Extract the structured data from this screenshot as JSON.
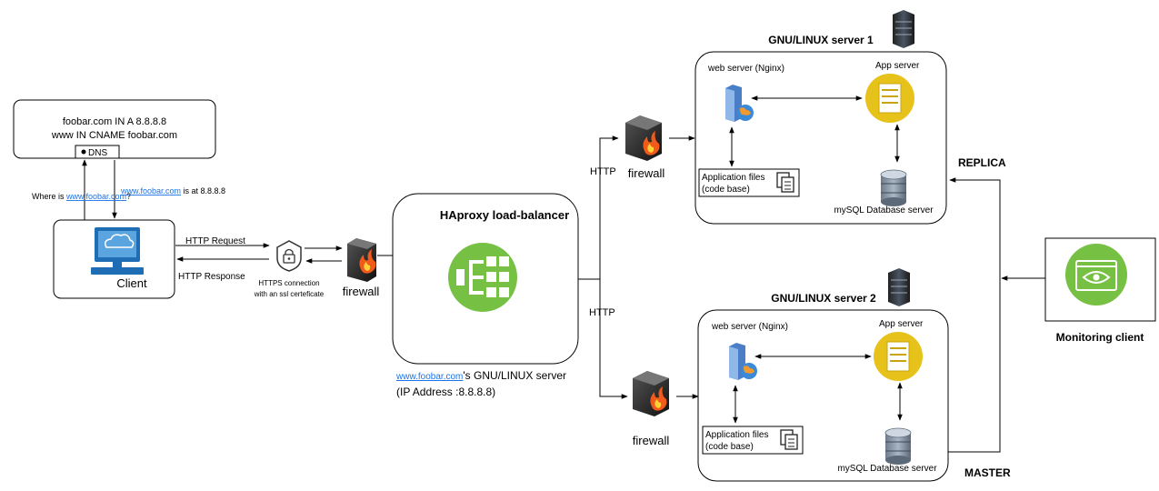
{
  "dns": {
    "record_a": "foobar.com IN A 8.8.8.8",
    "record_cname": "www IN CNAME foobar.com",
    "tag": "DNS",
    "query_prefix": "Where is ",
    "query_link": "www.foobar.com",
    "query_suffix": "?",
    "answer_link": "www.foobar.com",
    "answer_suffix": " is at 8.8.8.8"
  },
  "client": {
    "label": "Client",
    "http_request": "HTTP Request",
    "http_response": "HTTP Response",
    "https_line1": "HTTPS connection",
    "https_line2": "with an ssl certeficate",
    "firewall_label": "firewall"
  },
  "load_balancer": {
    "title": "HAproxy load-balancer",
    "server_link": "www.foobar.com",
    "server_suffix": "'s GNU/LINUX server",
    "ip": "(IP Address :8.8.8.8)",
    "http_top": "HTTP",
    "http_bottom": "HTTP"
  },
  "server1": {
    "title": "GNU/LINUX server 1",
    "firewall_label": "firewall",
    "web_server": "web server (Nginx)",
    "app_server": "App server",
    "app_files_1": "Application files",
    "app_files_2": "(code base)",
    "db": "mySQL Database server"
  },
  "server2": {
    "title": "GNU/LINUX server 2",
    "firewall_label": "firewall",
    "web_server": "web server (Nginx)",
    "app_server": "App server",
    "app_files_1": "Application files",
    "app_files_2": "(code base)",
    "db": "mySQL Database server"
  },
  "replication": {
    "replica": "REPLICA",
    "master": "MASTER"
  },
  "monitoring": {
    "label": "Monitoring client"
  },
  "colors": {
    "lb_green": "#76c043",
    "app_yellow": "#e6c21a",
    "client_blue": "#1f6db5",
    "link_blue": "#1a73e8",
    "flame": "#f05a1a"
  }
}
